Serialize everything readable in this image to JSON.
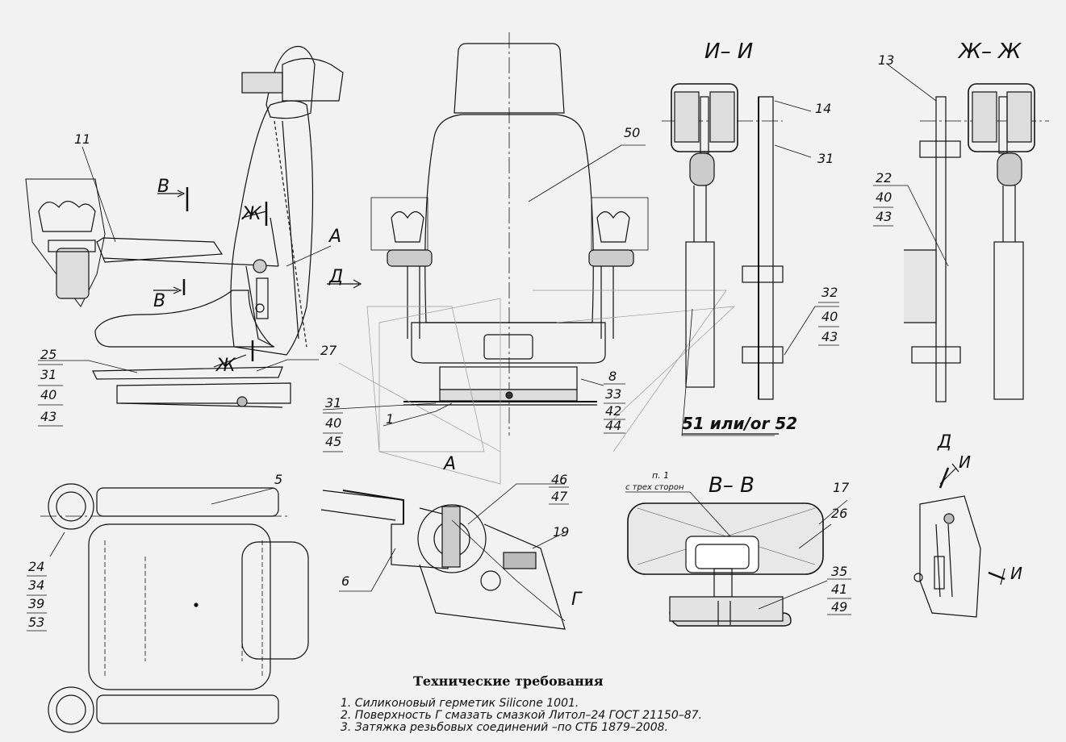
{
  "view_labels": {
    "ii": "И– И",
    "zhzh": "Ж– Ж",
    "vv": "В– В",
    "a": "А",
    "d_top": "Д",
    "d_bottom": "Д",
    "i_top": "И",
    "i_bottom": "И",
    "a_arrow": "А",
    "v_top": "В",
    "v_bottom": "В",
    "zh_top": "Ж",
    "zh_bottom": "Ж",
    "g": "Г"
  },
  "callouts": {
    "c11": "11",
    "c25": "25",
    "c31a": "31",
    "c40a": "40",
    "c43a": "43",
    "c27": "27",
    "c50": "50",
    "c31b": "31",
    "c40b": "40",
    "c45": "45",
    "c1": "1",
    "c8": "8",
    "c33": "33",
    "c42": "42",
    "c44": "44",
    "c14": "14",
    "c31c": "31",
    "c32": "32",
    "c40c": "40",
    "c43c": "43",
    "c51": "51 или/or 52",
    "c13": "13",
    "c22": "22",
    "c40d": "40",
    "c43d": "43",
    "c5": "5",
    "c24": "24",
    "c34": "34",
    "c39": "39",
    "c53": "53",
    "c46": "46",
    "c47": "47",
    "c19": "19",
    "c6": "6",
    "c17": "17",
    "c26": "26",
    "c35": "35",
    "c41": "41",
    "c49": "49",
    "p1": "п. 1",
    "p1b": "с трех сторон"
  },
  "notes": {
    "title": "Технические требования",
    "lines": [
      "1. Силиконовый герметик Silicone 1001.",
      "2. Поверхность Г смазать смазкой Литол–24 ГОСТ 21150–87.",
      "3. Затяжка резьбовых соединений –по СТБ 1879–2008."
    ]
  }
}
